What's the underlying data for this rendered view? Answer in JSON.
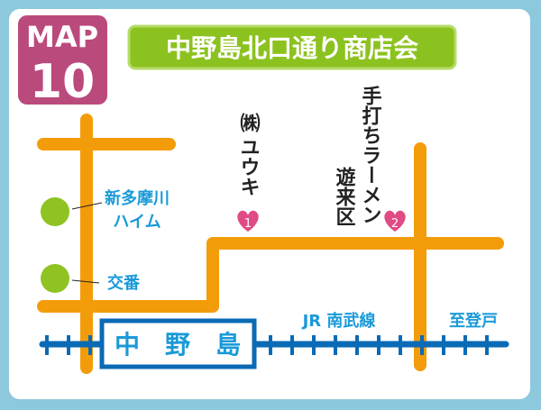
{
  "badge": {
    "line1": "MAP",
    "line2": "10"
  },
  "title": "中野島北口通り商店会",
  "shops": [
    {
      "name1": "㈱",
      "name2": "ユウキ",
      "num": "1"
    },
    {
      "name1": "手打ちラーメン",
      "name2": "遊来区",
      "num": "2"
    }
  ],
  "landmarks": [
    {
      "line1": "新多摩川",
      "line2": "ハイム"
    },
    {
      "line1": "交番"
    }
  ],
  "station": "中　野　島",
  "rail": {
    "line": "JR 南武線",
    "direction": "至登戸"
  },
  "colors": {
    "road": "#f39c0a",
    "rail": "#0a6ab5",
    "badge": "#bb4a7c",
    "title": "#8cc21f",
    "landmark": "#8fc322",
    "heart": "#e04a85",
    "label": "#1a9ad8"
  }
}
